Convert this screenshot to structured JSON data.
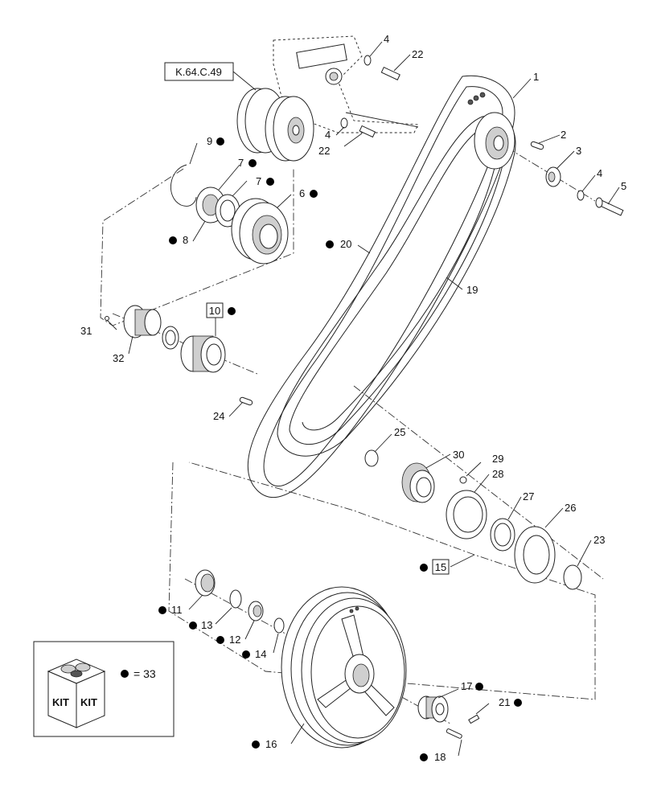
{
  "reference": "K.64.C.49",
  "legend": {
    "kit_text": "KIT",
    "equals": "= 33"
  },
  "callouts": {
    "c1": "1",
    "c2": "2",
    "c3": "3",
    "c4a": "4",
    "c4b": "4",
    "c4c": "4",
    "c5": "5",
    "c6": "6",
    "c7a": "7",
    "c7b": "7",
    "c8": "8",
    "c9": "9",
    "c10": "10",
    "c11": "11",
    "c12": "12",
    "c13": "13",
    "c14": "14",
    "c15": "15",
    "c16": "16",
    "c17": "17",
    "c18": "18",
    "c19": "19",
    "c20": "20",
    "c21": "21",
    "c22a": "22",
    "c22b": "22",
    "c23": "23",
    "c24": "24",
    "c25": "25",
    "c26": "26",
    "c27": "27",
    "c28": "28",
    "c29": "29",
    "c30": "30",
    "c31": "31",
    "c32": "32"
  },
  "colors": {
    "line": "#222222",
    "fill": "#ffffff",
    "shade": "#cfcfcf",
    "kit_dot": "#000000"
  }
}
